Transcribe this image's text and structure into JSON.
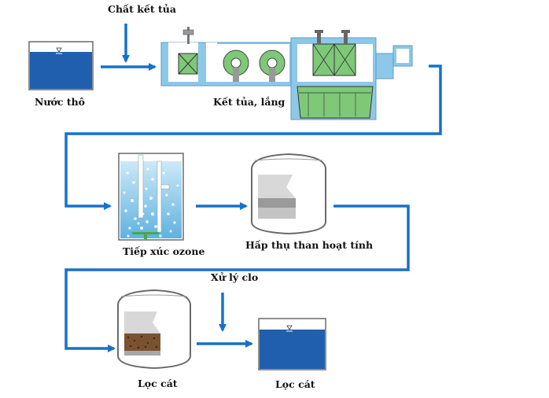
{
  "labels": {
    "coagulant": "Chất kết tủa",
    "raw_water": "Nước thô",
    "coag_settle": "Kết tủa, lắng",
    "ozone": "Tiếp xúc ozone",
    "carbon": "Hấp thụ than hoạt tính",
    "chlorine": "Xử lý clo",
    "sand_filter": "Lọc cát",
    "final": "Lọc cát"
  },
  "colors": {
    "flow": "#1572c8",
    "water": "#1f5fae",
    "equipment": "#8ec8e8",
    "mixer": "#7ec878",
    "gray": "#b8b8b8"
  },
  "icons": [
    "water-tank-icon",
    "coagulation-settling-unit-icon",
    "ozone-contact-tank-icon",
    "activated-carbon-vessel-icon",
    "sand-filter-vessel-icon",
    "clean-water-tank-icon"
  ]
}
